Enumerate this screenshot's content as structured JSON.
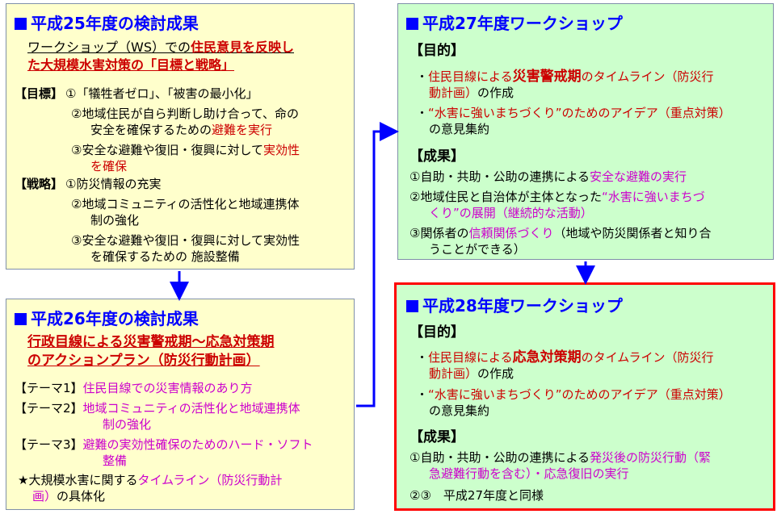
{
  "box1": {
    "title": "平成25年度の検討成果",
    "intro_1a": "ワークショップ（WS）での",
    "intro_1b": "住民意見を反映し",
    "intro_2": "た大規模水害対策の「目標と戦略」",
    "goal_label": "【目標】",
    "goal_1": "①「犠牲者ゼロ」、「被害の最小化」",
    "goal_2a": "②地域住民が自ら判断し助け合って、命の",
    "goal_2b": "安全を確保するための",
    "goal_2c": "避難を実行",
    "goal_3a": "③安全な避難や復旧・復興に対して",
    "goal_3b": "実効性",
    "goal_3c": "を確保",
    "strategy_label": "【戦略】",
    "strategy_1": "①防災情報の充実",
    "strategy_2a": "②地域コミュニティの活性化と地域連携体",
    "strategy_2b": "制の強化",
    "strategy_3a": "③安全な避難や復旧・復興に対して実効性",
    "strategy_3b": "を確保するための 施設整備"
  },
  "box2": {
    "title": "平成26年度の検討成果",
    "intro_1": "行政目線による災害警戒期～応急対策期",
    "intro_2": "のアクションプラン（防災行動計画）",
    "theme1_label": "【テーマ1】",
    "theme1": "住民目線での災害情報のあり方",
    "theme2_label": "【テーマ2】",
    "theme2a": "地域コミュニティの活性化と地域連携体",
    "theme2b": "制の強化",
    "theme3_label": "【テーマ3】",
    "theme3a": "避難の実効性確保のためのハード・ソフト",
    "theme3b": "整備",
    "star_a": "★大規模水害に関する",
    "star_b": "タイムライン（防災行動計",
    "star_c": "画）",
    "star_d": "の具体化"
  },
  "box3": {
    "title": "平成27年度ワークショップ",
    "purpose_label": "【目的】",
    "p1_dot": "・",
    "p1a": "住民目線による",
    "p1b": "災害警戒期",
    "p1c": "のタイムライン（防災行",
    "p1d": "動計画）",
    "p1e": "の作成",
    "p2_dot": "・",
    "p2a": "“水害に強いまちづくり”のためのアイデア（重点対策）",
    "p2b": "の意見集約",
    "result_label": "【成果】",
    "r1a": "①自助・共助・公助の連携による",
    "r1b": "安全な避難の実行",
    "r2a": "②地域住民と自治体が主体となった",
    "r2b": "“水害に強いまちづ",
    "r2c": "くり”の展開（継続的な活動）",
    "r3a": "③関係者の",
    "r3b": "信頼関係づくり",
    "r3c": "（地域や防災関係者と知り合",
    "r3d": "うことができる）"
  },
  "box4": {
    "title": "平成28年度ワークショップ",
    "purpose_label": "【目的】",
    "p1_dot": "・",
    "p1a": "住民目線による",
    "p1b": "応急対策期",
    "p1c": "のタイムライン（防災行",
    "p1d": "動計画）",
    "p1e": "の作成",
    "p2_dot": "・",
    "p2a": "“水害に強いまちづくり”のためのアイデア（重点対策）",
    "p2b": "の意見集約",
    "result_label": "【成果】",
    "r1a": "①自助・共助・公助の連携による",
    "r1b": "発災後の防災行動（緊",
    "r1c": "急避難行動を含む）・応急復旧の実行",
    "r2": "②③　平成27年度と同様"
  }
}
